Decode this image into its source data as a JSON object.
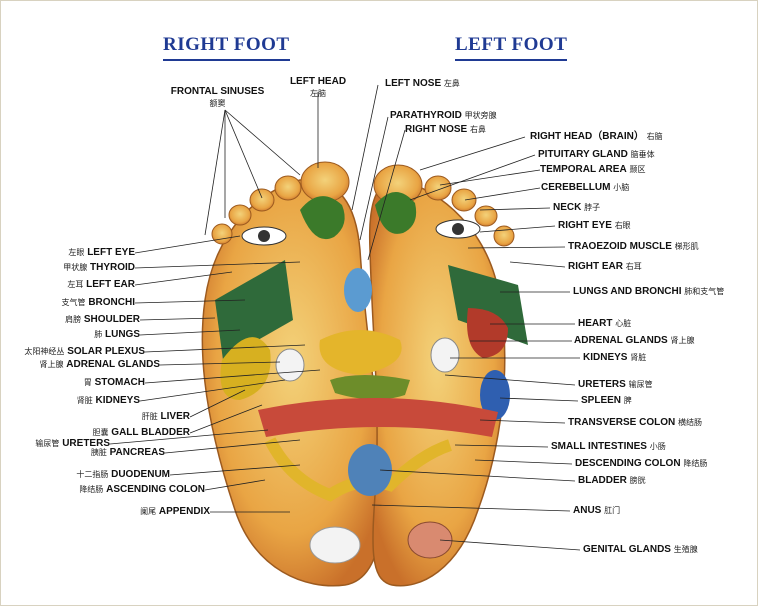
{
  "titles": {
    "right": "RIGHT FOOT",
    "left": "LEFT FOOT"
  },
  "labels": {
    "frontal_sinuses": {
      "en": "FRONTAL SINUSES",
      "zh": "额窦"
    },
    "left_head": {
      "en": "LEFT HEAD",
      "zh": "左脑"
    },
    "left_nose": {
      "en": "LEFT NOSE",
      "zh": "左鼻"
    },
    "parathyroid": {
      "en": "PARATHYROID",
      "zh": "甲状旁腺"
    },
    "right_nose": {
      "en": "RIGHT NOSE",
      "zh": "右鼻"
    },
    "right_head": {
      "en": "RIGHT HEAD（BRAIN）",
      "zh": "右脑"
    },
    "pituitary": {
      "en": "PITUITARY GLAND",
      "zh": "脑垂体"
    },
    "temporal": {
      "en": "TEMPORAL AREA",
      "zh": "颞区"
    },
    "cerebellum": {
      "en": "CEREBELLUM",
      "zh": "小脑"
    },
    "neck": {
      "en": "NECK",
      "zh": "脖子"
    },
    "right_eye": {
      "en": "RIGHT EYE",
      "zh": "右眼"
    },
    "trapezoid": {
      "en": "TRAOEZOID MUSCLE",
      "zh": "梯形肌"
    },
    "right_ear": {
      "en": "RIGHT EAR",
      "zh": "右耳"
    },
    "lungs_bronchi": {
      "en": "LUNGS AND BRONCHI",
      "zh": "肺和支气管"
    },
    "heart": {
      "en": "HEART",
      "zh": "心脏"
    },
    "adrenal_r": {
      "en": "ADRENAL GLANDS",
      "zh": "肾上腺"
    },
    "kidneys_r": {
      "en": "KIDNEYS",
      "zh": "肾脏"
    },
    "ureters_r": {
      "en": "URETERS",
      "zh": "输尿管"
    },
    "spleen": {
      "en": "SPLEEN",
      "zh": "脾"
    },
    "transverse": {
      "en": "TRANSVERSE COLON",
      "zh": "横结肠"
    },
    "small_int": {
      "en": "SMALL INTESTINES",
      "zh": "小肠"
    },
    "descending": {
      "en": "DESCENDING COLON",
      "zh": "降结肠"
    },
    "bladder": {
      "en": "BLADDER",
      "zh": "膀胱"
    },
    "anus": {
      "en": "ANUS",
      "zh": "肛门"
    },
    "genital": {
      "en": "GENITAL GLANDS",
      "zh": "生殖腺"
    },
    "left_eye": {
      "en": "LEFT EYE",
      "zh": "左眼"
    },
    "thyroid": {
      "en": "THYROID",
      "zh": "甲状腺"
    },
    "left_ear": {
      "en": "LEFT EAR",
      "zh": "左耳"
    },
    "bronchi": {
      "en": "BRONCHI",
      "zh": "支气管"
    },
    "shoulder": {
      "en": "SHOULDER",
      "zh": "肩膀"
    },
    "lungs": {
      "en": "LUNGS",
      "zh": "肺"
    },
    "solar": {
      "en": "SOLAR PLEXUS",
      "zh": "太阳神经丛"
    },
    "adrenal_l": {
      "en": "ADRENAL GLANDS",
      "zh": "肾上腺"
    },
    "stomach": {
      "en": "STOMACH",
      "zh": "胃"
    },
    "kidneys_l": {
      "en": "KIDNEYS",
      "zh": "肾脏"
    },
    "liver": {
      "en": "LIVER",
      "zh": "肝脏"
    },
    "gall": {
      "en": "GALL BLADDER",
      "zh": "胆囊"
    },
    "ureters_l": {
      "en": "URETERS",
      "zh": "输尿管"
    },
    "pancreas": {
      "en": "PANCREAS",
      "zh": "胰脏"
    },
    "duodenum": {
      "en": "DUODENUM",
      "zh": "十二指肠"
    },
    "ascending": {
      "en": "ASCENDING COLON",
      "zh": "降结肠"
    },
    "appendix": {
      "en": "APPENDIX",
      "zh": "阑尾"
    }
  }
}
